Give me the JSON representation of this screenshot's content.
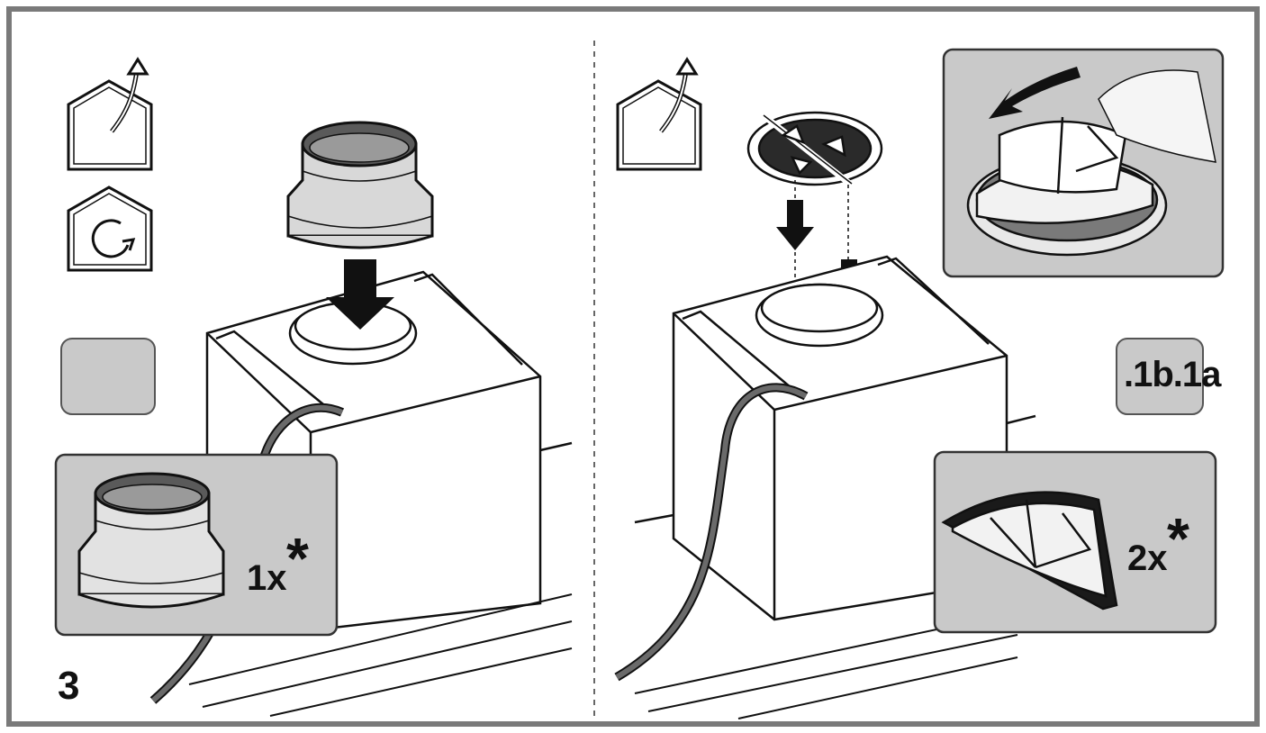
{
  "diagram": {
    "step_number": "3",
    "left_panel": {
      "quantity_label": "1x",
      "optional_mark": "*",
      "icons": [
        "house-exhaust-icon",
        "house-recirculation-icon"
      ]
    },
    "right_panel": {
      "quantity_label": "2x",
      "optional_mark": "*",
      "variant_label": ".1b.1a",
      "icons": [
        "house-exhaust-icon"
      ]
    }
  },
  "colors": {
    "frame": "#7a7a7a",
    "panel_gray": "#c9c9c9",
    "line": "#111111",
    "hose": "#5a5a5a"
  }
}
